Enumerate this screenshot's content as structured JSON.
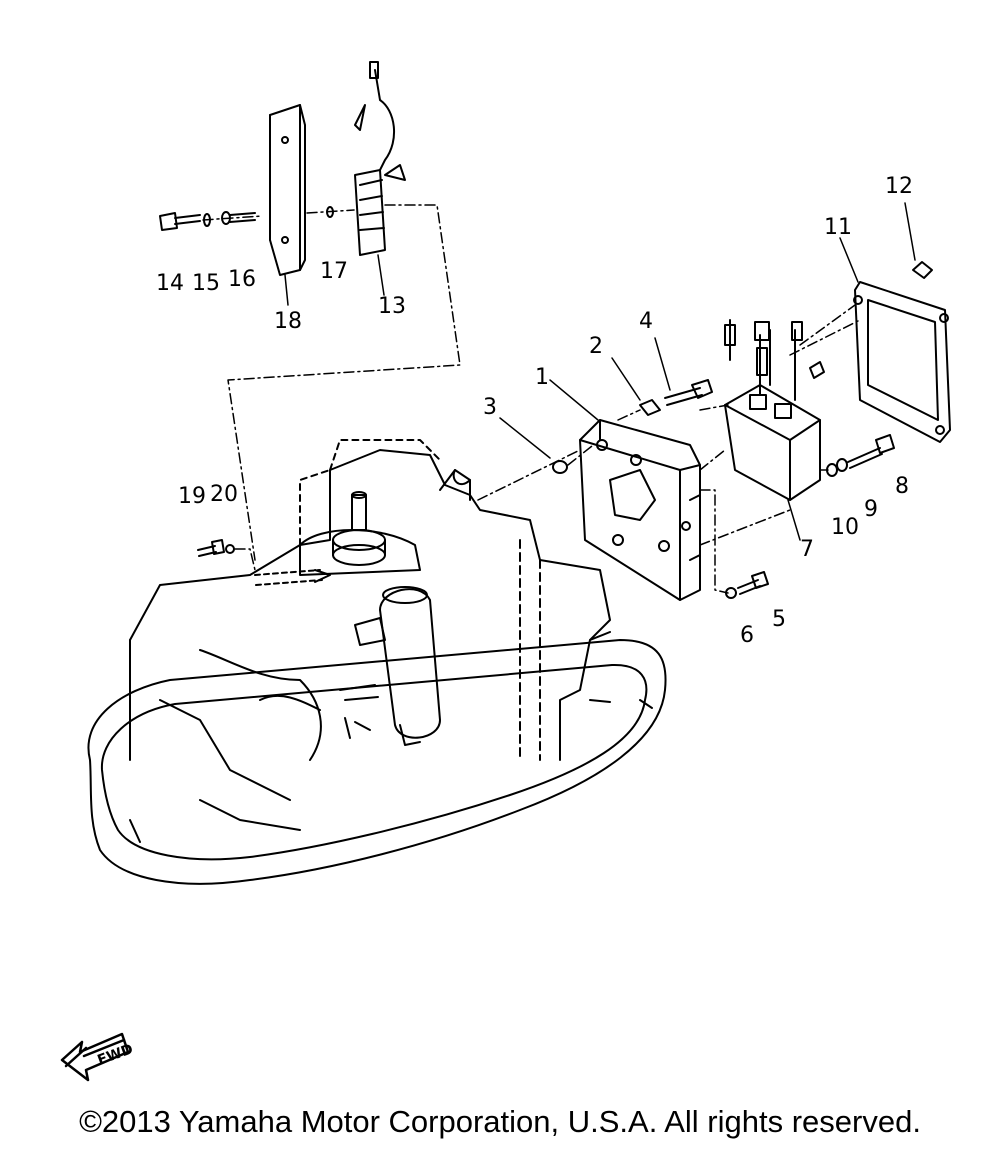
{
  "part_labels": [
    {
      "id": "1",
      "text": "1"
    },
    {
      "id": "2",
      "text": "2"
    },
    {
      "id": "3",
      "text": "3"
    },
    {
      "id": "4",
      "text": "4"
    },
    {
      "id": "5",
      "text": "5"
    },
    {
      "id": "6",
      "text": "6"
    },
    {
      "id": "7",
      "text": "7"
    },
    {
      "id": "8",
      "text": "8"
    },
    {
      "id": "9",
      "text": "9"
    },
    {
      "id": "10",
      "text": "10"
    },
    {
      "id": "11",
      "text": "11"
    },
    {
      "id": "12",
      "text": "12"
    },
    {
      "id": "13",
      "text": "13"
    },
    {
      "id": "14",
      "text": "14"
    },
    {
      "id": "15",
      "text": "15"
    },
    {
      "id": "16",
      "text": "16"
    },
    {
      "id": "17",
      "text": "17"
    },
    {
      "id": "18",
      "text": "18"
    },
    {
      "id": "19",
      "text": "19"
    },
    {
      "id": "20",
      "text": "20"
    }
  ],
  "fwd_arrow": {
    "text": "FWD"
  },
  "copyright": "©2013 Yamaha Motor Corporation, U.S.A. All rights reserved.",
  "colors": {
    "line": "#000000",
    "background": "#ffffff"
  }
}
